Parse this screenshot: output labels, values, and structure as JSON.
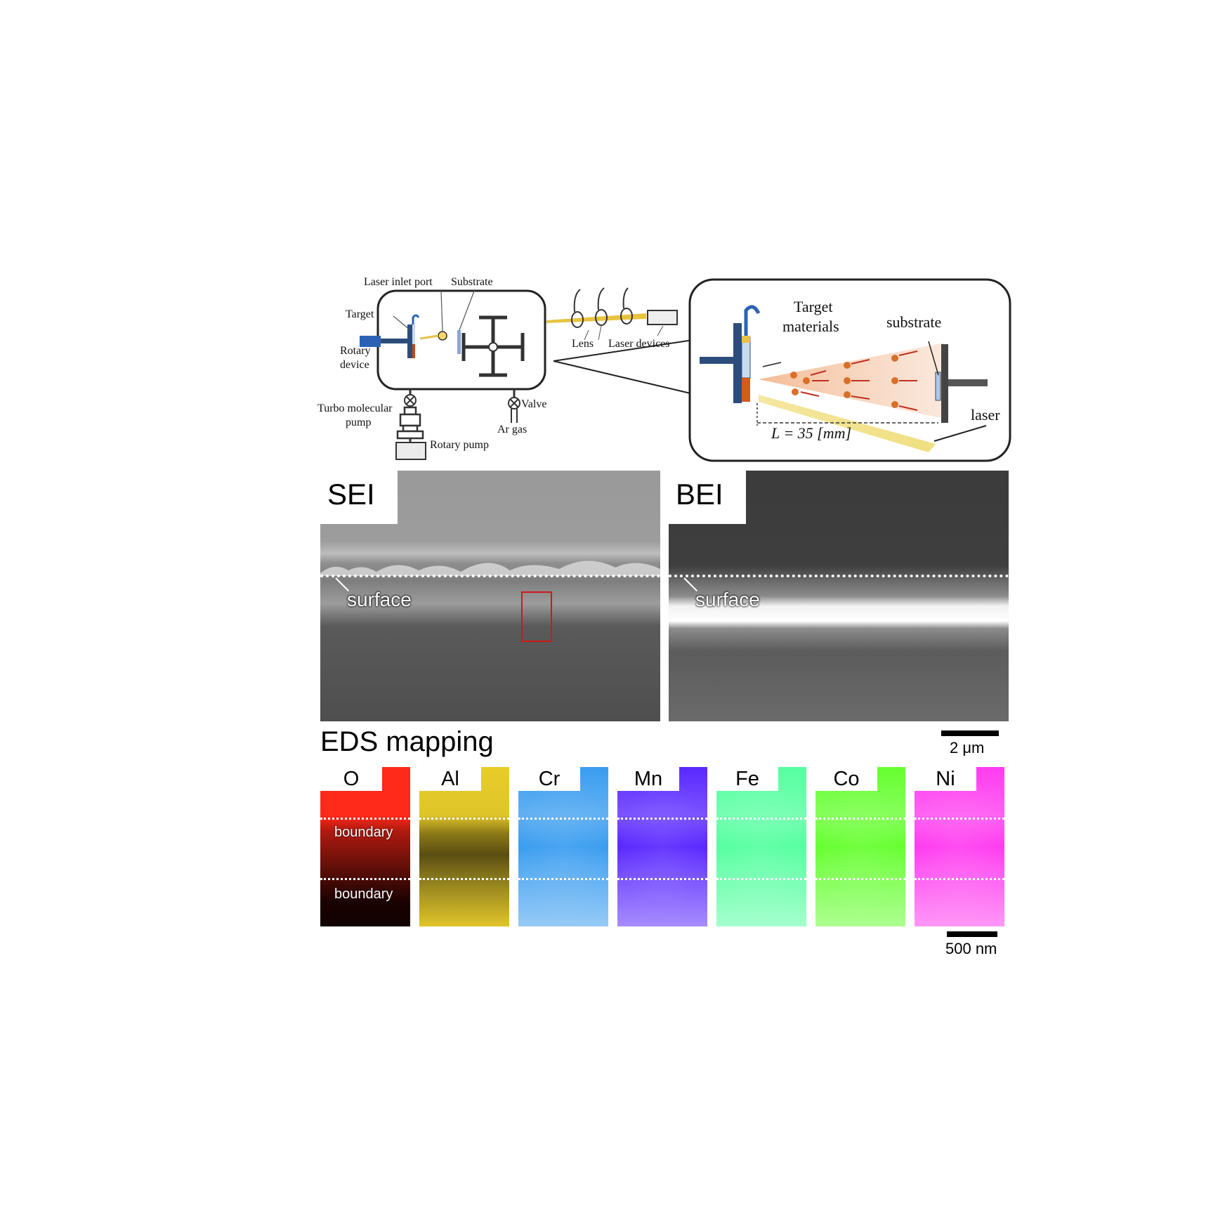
{
  "schematic": {
    "labels": {
      "laser_inlet_port": "Laser inlet port",
      "substrate": "Substrate",
      "target": "Target",
      "rotary_device_1": "Rotary",
      "rotary_device_2": "device",
      "turbo_pump_1": "Turbo molecular",
      "turbo_pump_2": "pump",
      "rotary_pump": "Rotary pump",
      "valve": "Valve",
      "ar_gas": "Ar gas",
      "lens": "Lens",
      "laser_devices": "Laser devices"
    },
    "inset": {
      "target_materials_1": "Target",
      "target_materials_2": "materials",
      "substrate": "substrate",
      "laser": "laser",
      "distance": "L = 35 [mm]"
    }
  },
  "sem": {
    "sei": {
      "tag": "SEI",
      "surface_label": "surface"
    },
    "bei": {
      "tag": "BEI",
      "surface_label": "surface"
    },
    "scale_bar": "2 μm"
  },
  "eds": {
    "title": "EDS mapping",
    "boundary_label": "boundary",
    "scale_bar": "500 nm",
    "elements": [
      {
        "symbol": "O",
        "color": "#ff2a1a"
      },
      {
        "symbol": "Al",
        "color": "#e0c52a"
      },
      {
        "symbol": "Cr",
        "color": "#3a9df0"
      },
      {
        "symbol": "Mn",
        "color": "#5a28ff"
      },
      {
        "symbol": "Fe",
        "color": "#55ffa0"
      },
      {
        "symbol": "Co",
        "color": "#66ff30"
      },
      {
        "symbol": "Ni",
        "color": "#ff3cf0"
      }
    ]
  }
}
